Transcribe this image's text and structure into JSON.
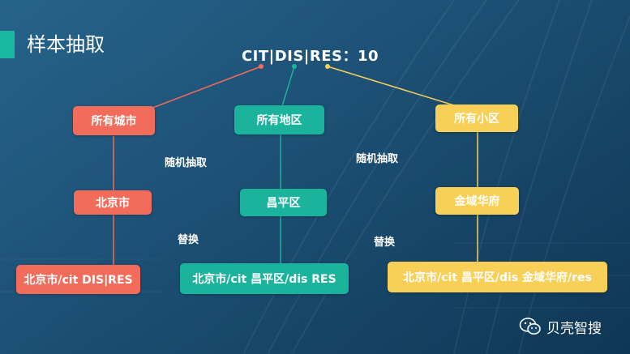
{
  "slide_title": "样本抽取",
  "root_label": "CIT|DIS|RES：10",
  "columns": {
    "city": {
      "top": "所有城市",
      "mid": "北京市",
      "bottom": "北京市/cit DIS|RES"
    },
    "district": {
      "top": "所有地区",
      "mid": "昌平区",
      "bottom": "北京市/cit 昌平区/dis RES"
    },
    "residence": {
      "top": "所有小区",
      "mid": "金域华府",
      "bottom": "北京市/cit 昌平区/dis 金域华府/res"
    }
  },
  "edge_labels": {
    "sample_1": "随机抽取",
    "sample_2": "随机抽取",
    "replace_1": "替换",
    "replace_2": "替换"
  },
  "brand": {
    "name": "贝壳智搜",
    "icon": "wechat-icon"
  },
  "colors": {
    "city": "#f26b5b",
    "district": "#1bb39b",
    "residence": "#f8d058",
    "accent": "#19b9a0"
  }
}
